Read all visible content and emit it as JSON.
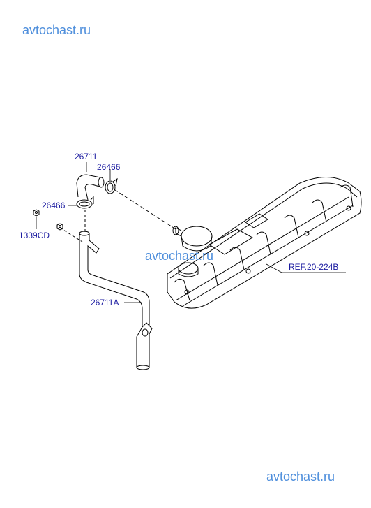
{
  "watermarks": {
    "top": "avtochast.ru",
    "middle": "avtochast.ru",
    "bottom": "avtochast.ru"
  },
  "labels": {
    "hose_upper": "26711",
    "clamp_right": "26466",
    "clamp_left": "26466",
    "nut": "1339CD",
    "hose_lower": "26711A",
    "reference": "REF.20-224B"
  },
  "colors": {
    "watermark": "#4f8fdc",
    "label": "#1a1aa0",
    "line": "#000000"
  }
}
